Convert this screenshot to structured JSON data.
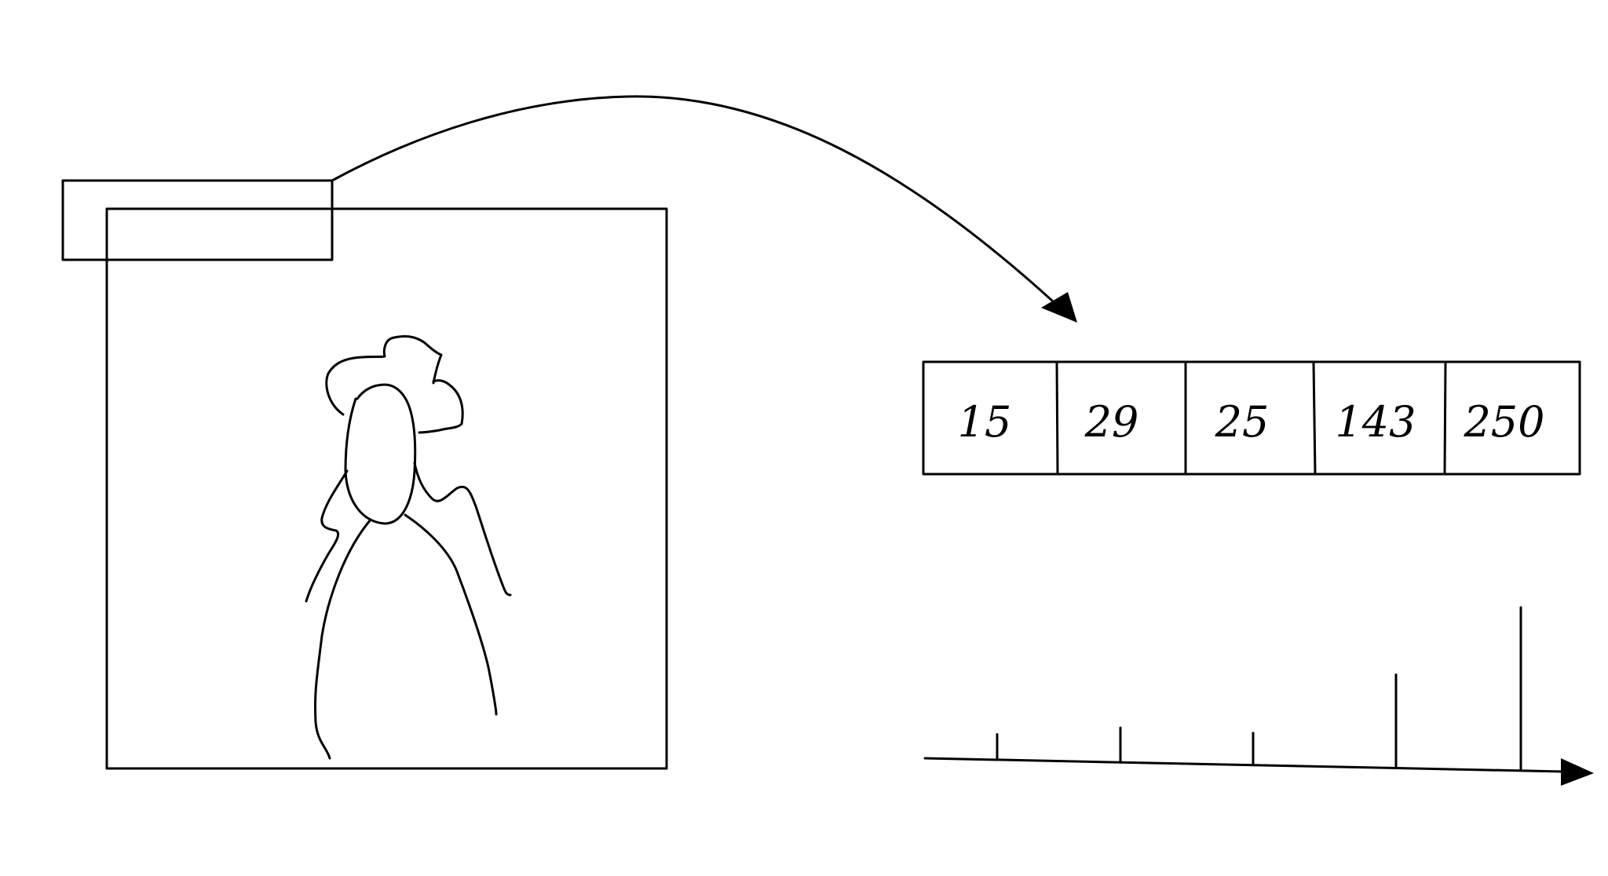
{
  "array": {
    "values": [
      "15",
      "29",
      "25",
      "143",
      "250"
    ]
  },
  "histogram": {
    "values": [
      15,
      29,
      25,
      143,
      250
    ]
  },
  "colors": {
    "ink": "#000000",
    "background": "#ffffff"
  }
}
